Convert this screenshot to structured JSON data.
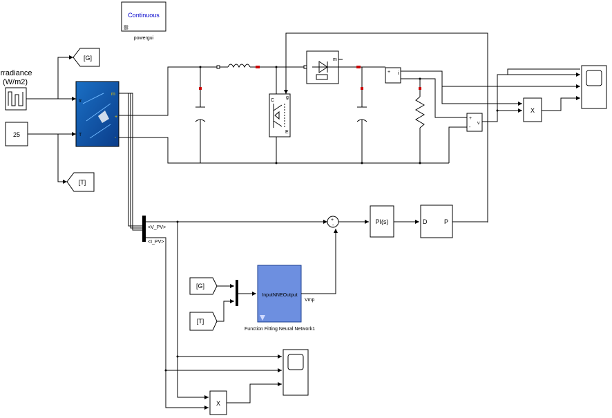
{
  "powergui": {
    "mode": "Continuous",
    "name": "powergui"
  },
  "pv": {
    "irradiance_label": "Irradiance",
    "irradiance_unit": "(W/m2)",
    "temperature_value": "25",
    "port_ir": "Ir",
    "port_t": "T",
    "port_m": "m",
    "port_plus": "+",
    "port_minus": "-"
  },
  "goto": {
    "g": "[G]",
    "t": "[T]"
  },
  "from": {
    "g": "[G]",
    "t": "[T]"
  },
  "bus": {
    "vpv": "<V_PV>",
    "ipv": "<I_PV>"
  },
  "sum": {
    "plus": "+",
    "minus": "-"
  },
  "pi": {
    "label": "PI(s)"
  },
  "pwm": {
    "in": "D",
    "out": "P"
  },
  "product": {
    "label": "X"
  },
  "nn": {
    "inner_text": "InputNNEOutput",
    "name": "Function Fitting Neural Network1",
    "output_signal": "Vmp"
  },
  "igbt": {
    "g": "g",
    "c": "C",
    "e": "E"
  },
  "diode": {
    "m": "m"
  },
  "vmeas": {
    "v": "v"
  },
  "imeas": {
    "i": "i"
  },
  "colors": {
    "nn_fill": "#6d8fe0",
    "wire": "#000000",
    "accent_red": "#cc0000",
    "accent_blue": "#0000cc"
  }
}
